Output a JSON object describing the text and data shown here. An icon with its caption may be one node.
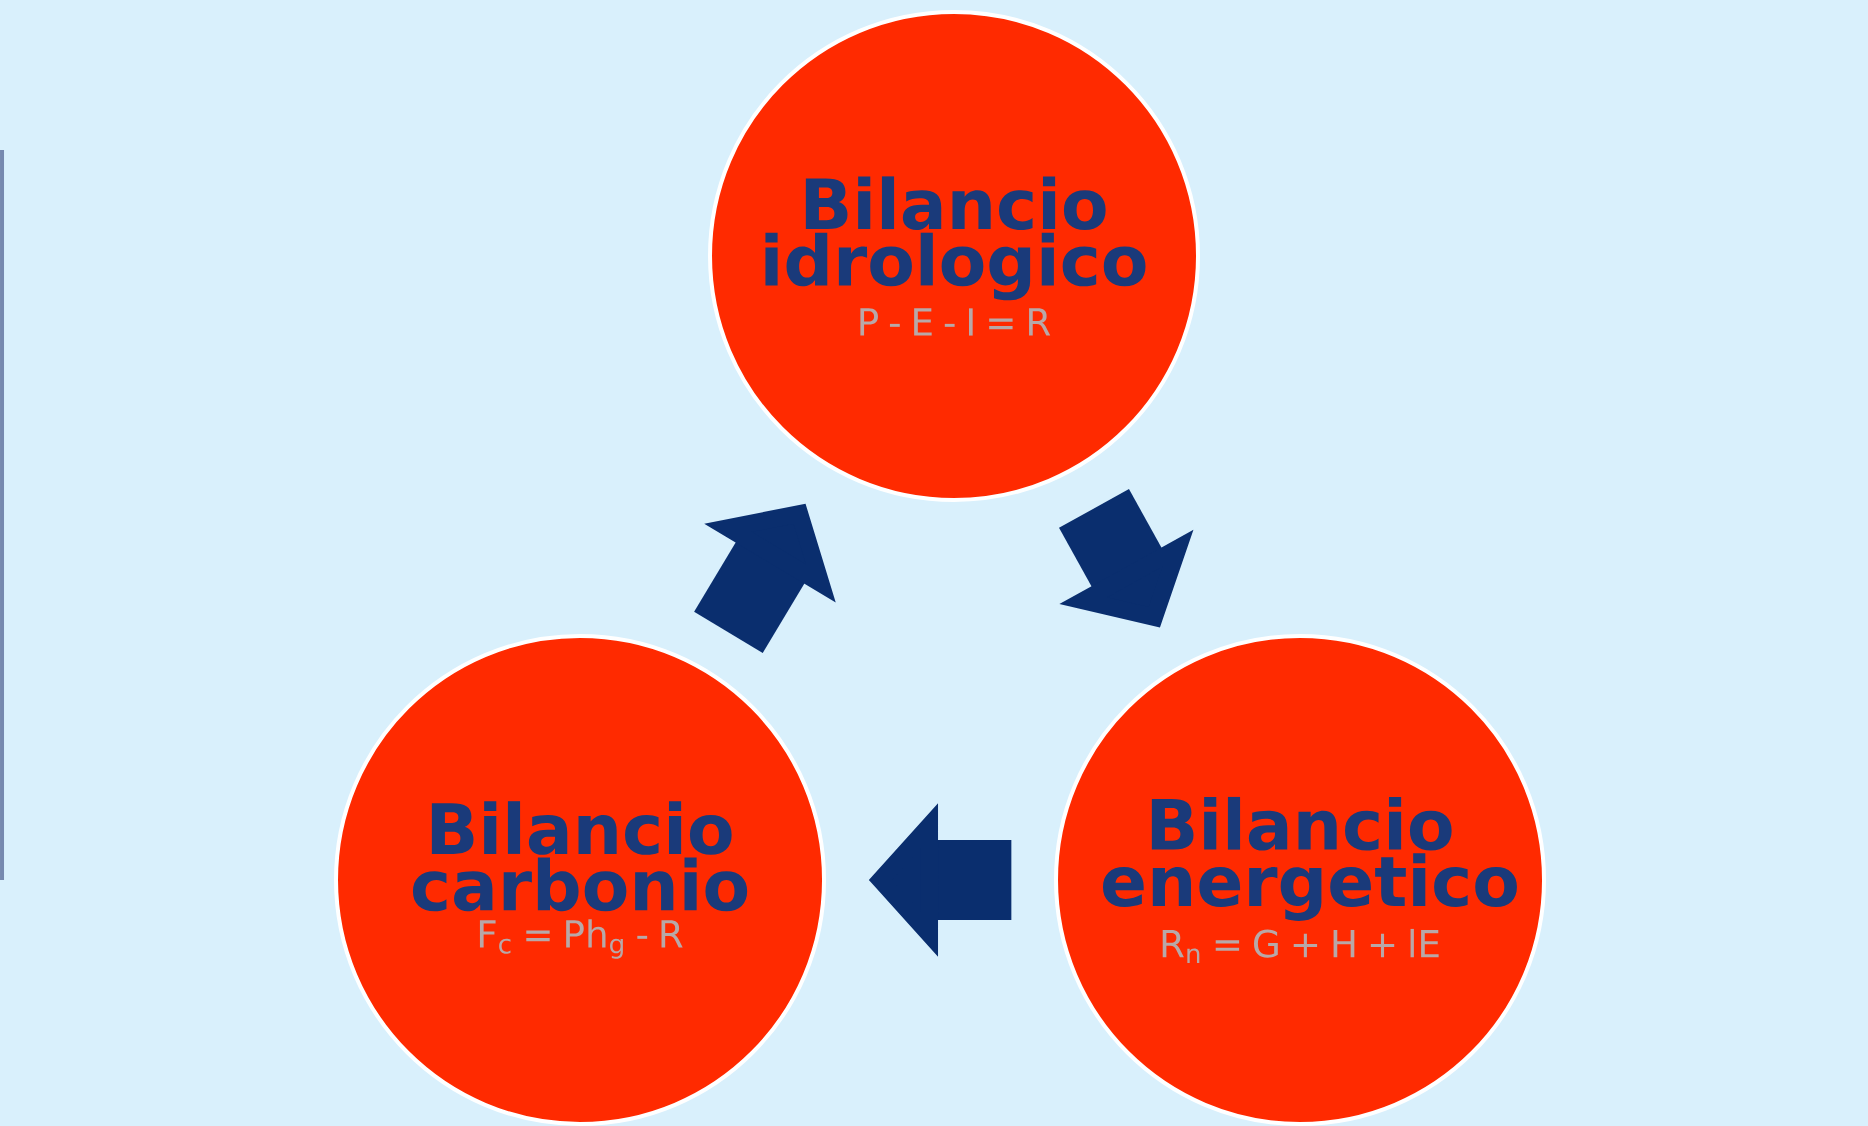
{
  "diagram": {
    "nodes": [
      {
        "text": [
          "Bilancio idrologico",
          "P - E - I = R"
        ]
      },
      {
        "text": [
          "Bilancio carbonio",
          "F$_{c}$ = Ph$_{g}$ - R"
        ]
      },
      {
        "text": [
          "Bilancio energetico",
          "R$_{n}$ = G + H + lE"
        ]
      }
    ],
    "edges": [
      {
        "from": 1,
        "to": 0,
        "arrow": "to"
      },
      {
        "from": 0,
        "to": 2,
        "arrow": "to"
      },
      {
        "from": 2,
        "to": 1,
        "arrow": "to"
      }
    ]
  }
}
